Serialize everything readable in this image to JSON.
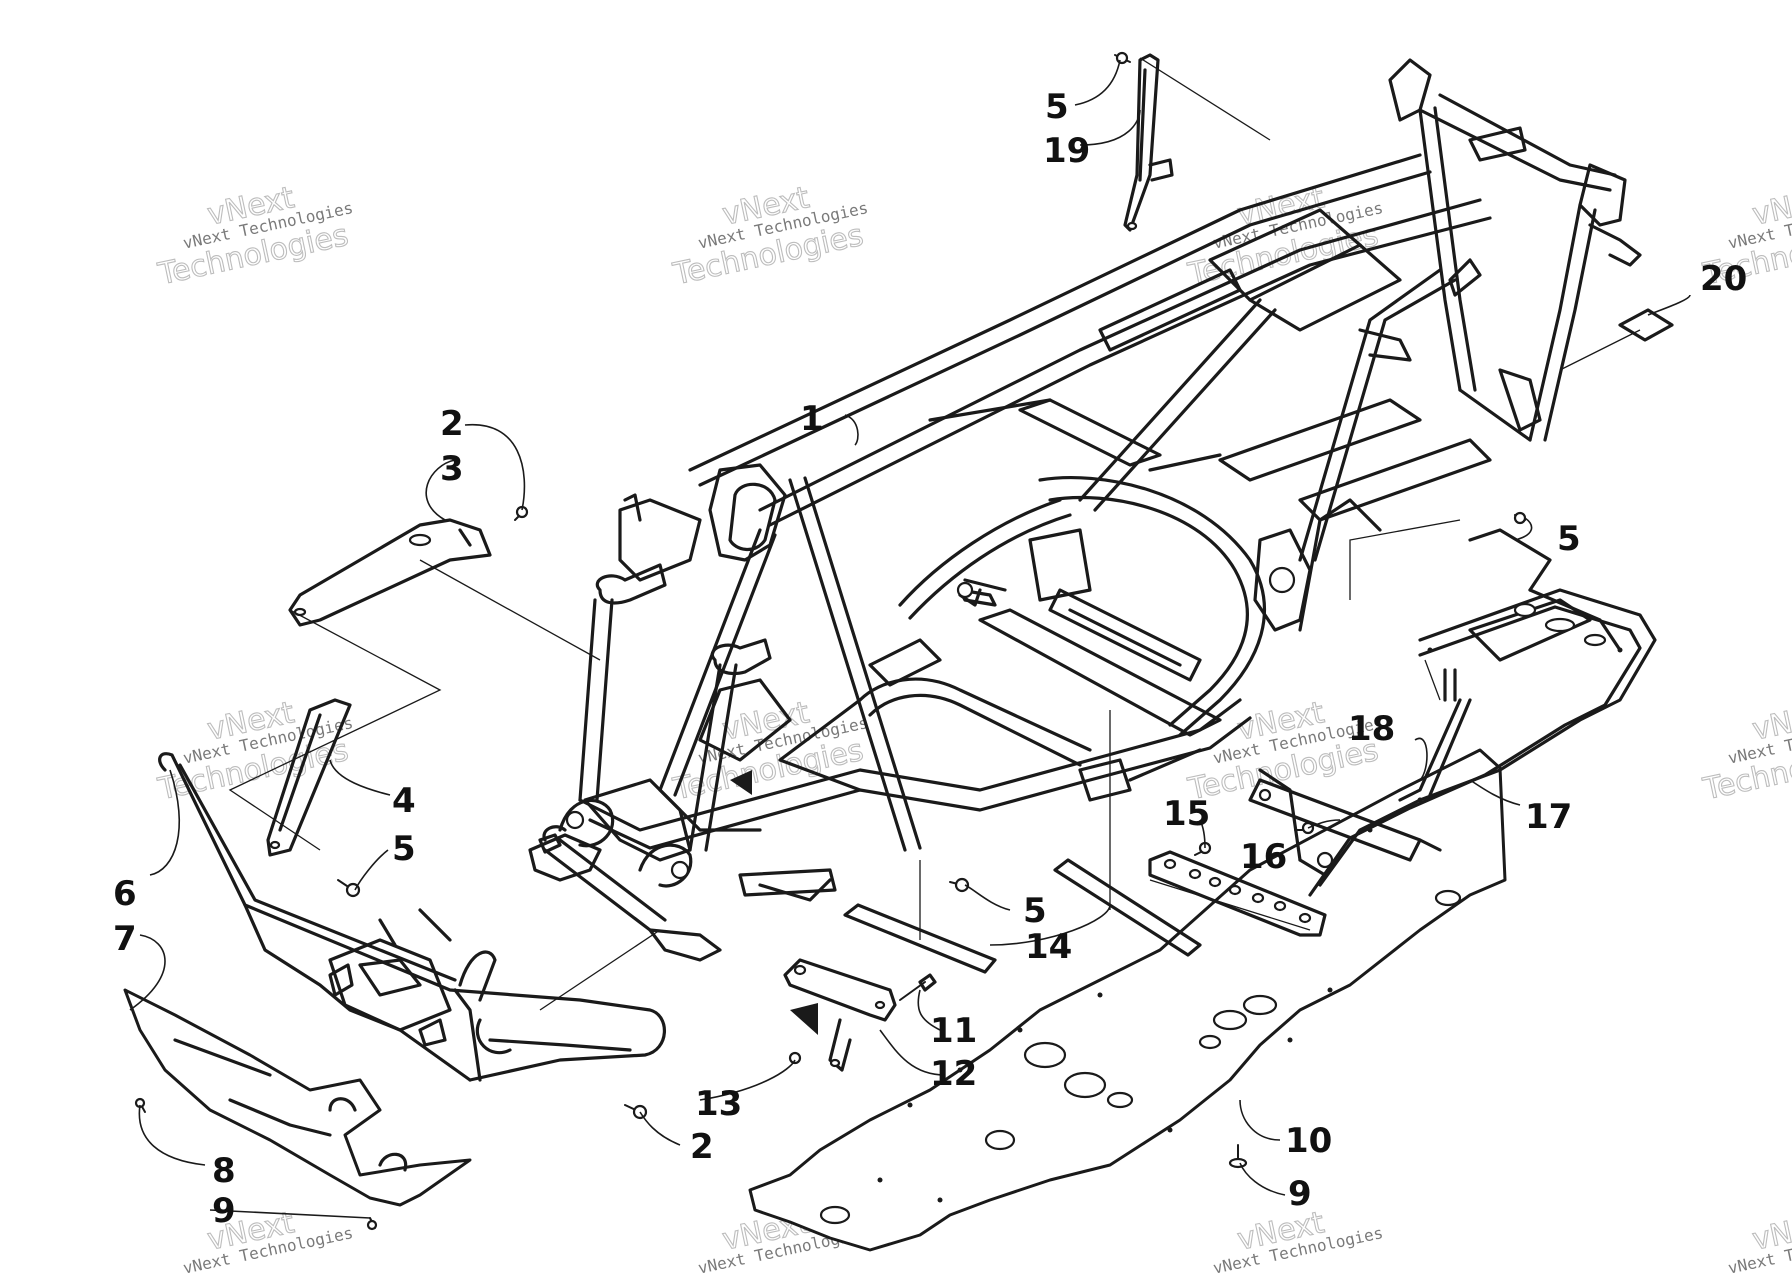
{
  "watermark": {
    "line1": "vNext",
    "line2": "vNext Technologies",
    "line3": "Technologies",
    "color": "#7a7a7a"
  },
  "callouts": {
    "c1": "1",
    "c2a": "2",
    "c2b": "2",
    "c3": "3",
    "c4": "4",
    "c5a": "5",
    "c5b": "5",
    "c5c": "5",
    "c5d": "5",
    "c6": "6",
    "c7": "7",
    "c8": "8",
    "c9a": "9",
    "c9b": "9",
    "c10": "10",
    "c11": "11",
    "c12": "12",
    "c13": "13",
    "c14": "14",
    "c15": "15",
    "c16": "16",
    "c17": "17",
    "c18": "18",
    "c19": "19",
    "c20": "20"
  },
  "icons": {
    "view_direction": "triangle-arrow-icon"
  }
}
